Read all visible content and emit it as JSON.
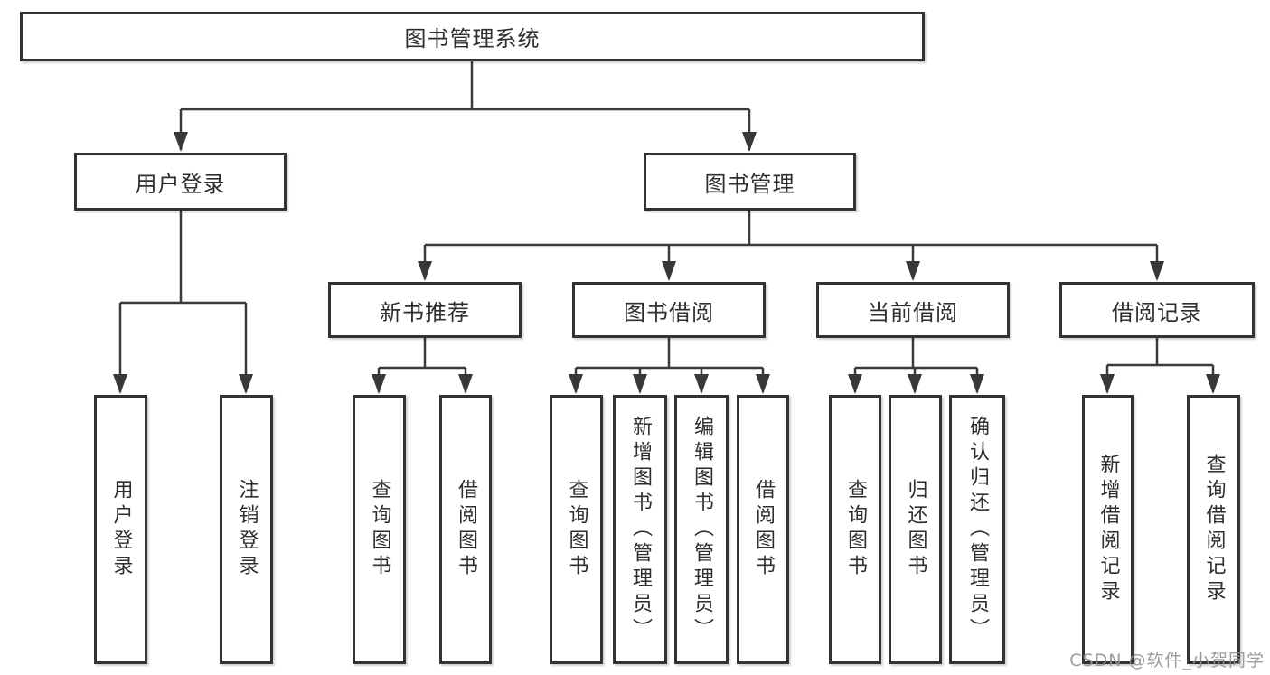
{
  "diagram_type": "hierarchy-tree",
  "tree": {
    "root": {
      "label": "图书管理系统",
      "children": [
        {
          "label": "用户登录",
          "children": [
            {
              "label": "用户登录"
            },
            {
              "label": "注销登录"
            }
          ]
        },
        {
          "label": "图书管理",
          "children": [
            {
              "label": "新书推荐",
              "children": [
                {
                  "label": "查询图书"
                },
                {
                  "label": "借阅图书"
                }
              ]
            },
            {
              "label": "图书借阅",
              "children": [
                {
                  "label": "查询图书"
                },
                {
                  "label": "新增图书（管理员）"
                },
                {
                  "label": "编辑图书（管理员）"
                },
                {
                  "label": "借阅图书"
                }
              ]
            },
            {
              "label": "当前借阅",
              "children": [
                {
                  "label": "查询图书"
                },
                {
                  "label": "归还图书"
                },
                {
                  "label": "确认归还（管理员）"
                }
              ]
            },
            {
              "label": "借阅记录",
              "children": [
                {
                  "label": "新增借阅记录"
                },
                {
                  "label": "查询借阅记录"
                }
              ]
            }
          ]
        }
      ]
    }
  },
  "watermark": {
    "text": "CSDN @软件_小贺同学"
  },
  "colors": {
    "box_border": "#333333",
    "box_fill": "#ffffff",
    "connector_line": "#3a3a3a",
    "text": "#2e2e2e",
    "watermark": "#949494",
    "background": "#ffffff"
  }
}
